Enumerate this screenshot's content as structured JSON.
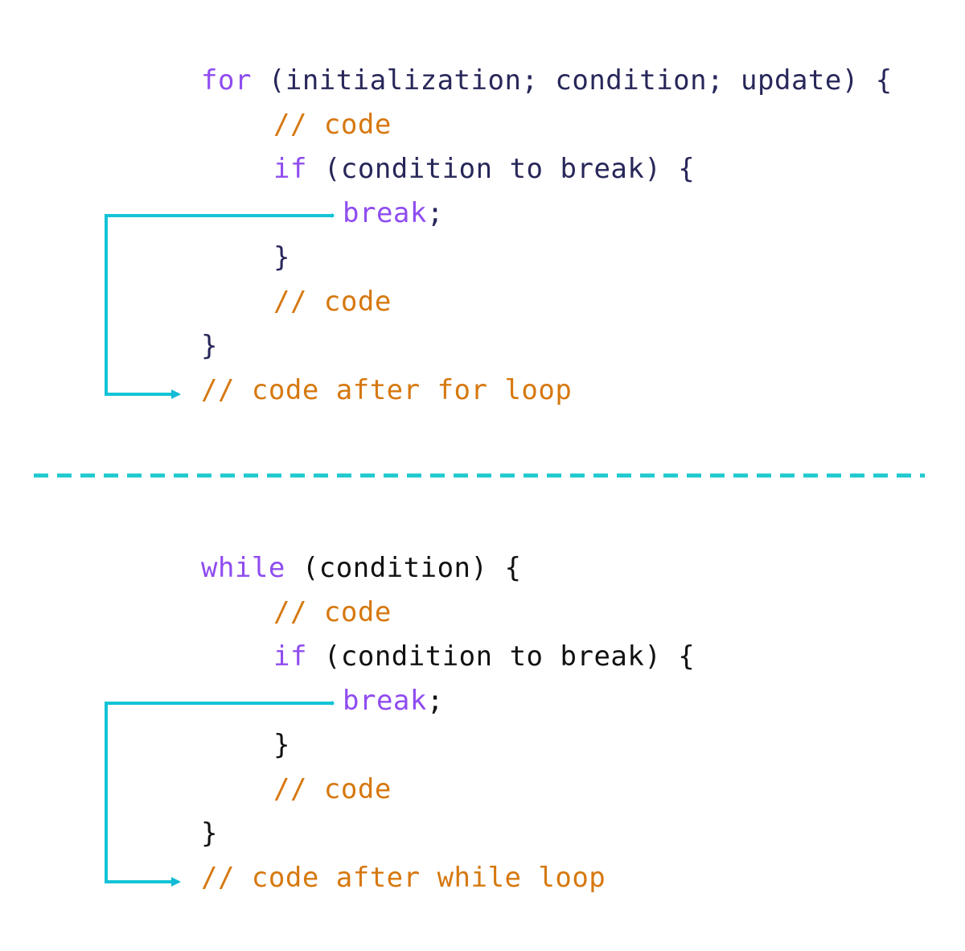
{
  "colors": {
    "keyword": "#8f4cf0",
    "comment": "#d6780f",
    "text_for_block": "#27275a",
    "text_while_block": "#111111",
    "arrow": "#12bad6",
    "divider": "#1ec9cf"
  },
  "for_block": {
    "line1": {
      "kw": "for",
      "rest": " (initialization; condition; update) {"
    },
    "line2": {
      "comment": "// code"
    },
    "line3": {
      "kw": "if",
      "rest": " (condition to break) {"
    },
    "line4": {
      "kw": "break",
      "rest": ";"
    },
    "line5": {
      "text": "}"
    },
    "line6": {
      "comment": "// code"
    },
    "line7": {
      "text": "}"
    },
    "line8": {
      "comment": "// code after for loop"
    }
  },
  "while_block": {
    "line1": {
      "kw": "while",
      "rest": " (condition) {"
    },
    "line2": {
      "comment": "// code"
    },
    "line3": {
      "kw": "if",
      "rest": " (condition to break) {"
    },
    "line4": {
      "kw": "break",
      "rest": ";"
    },
    "line5": {
      "text": "}"
    },
    "line6": {
      "comment": "// code"
    },
    "line7": {
      "text": "}"
    },
    "line8": {
      "comment": "// code after while loop"
    }
  }
}
